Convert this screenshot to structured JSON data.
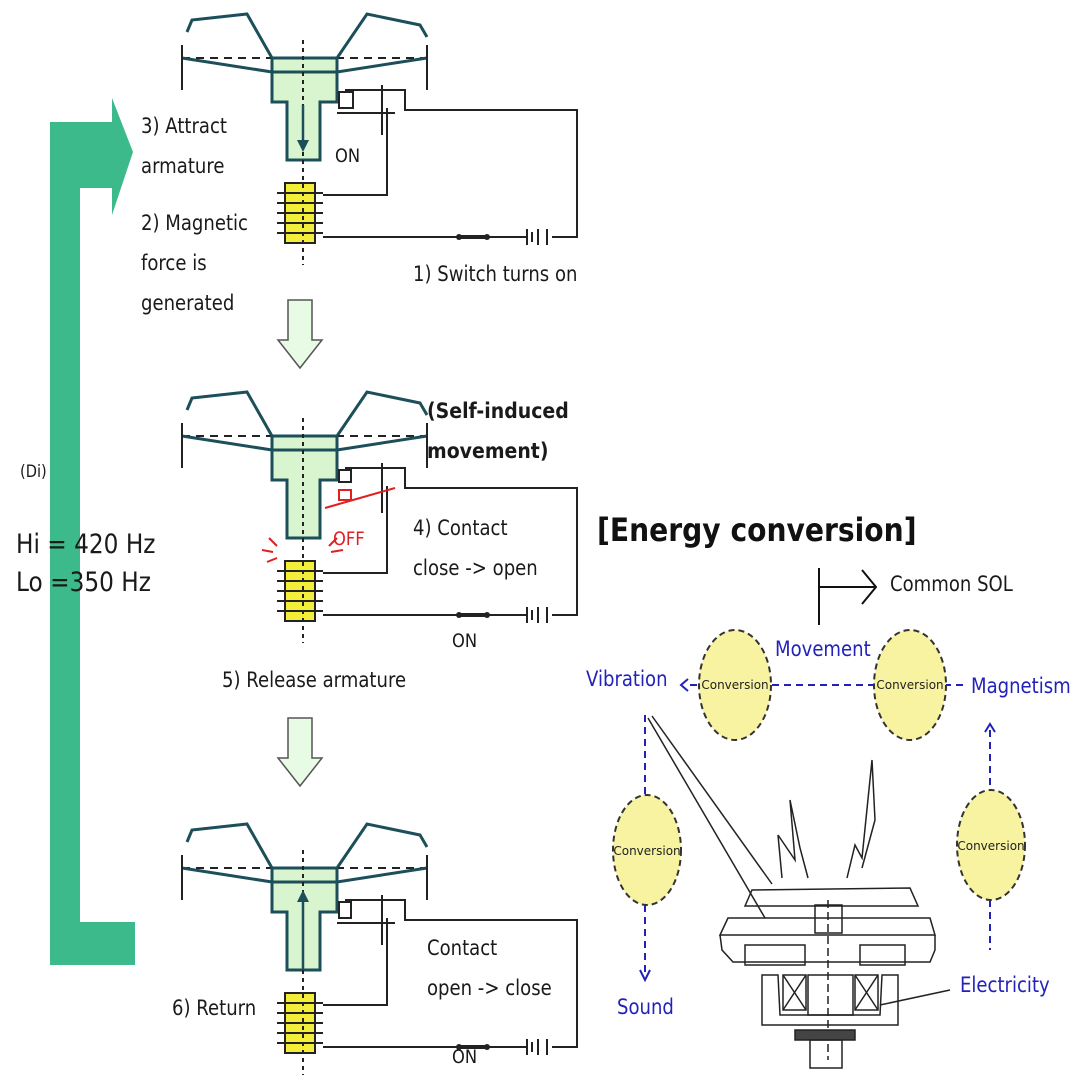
{
  "colors": {
    "cycle_arrow": "#3dba8c",
    "armature_fill": "#d9f5d0",
    "armature_stroke": "#1c4f5a",
    "coil_fill": "#f2ee3a",
    "conversion_fill": "#f7f3a0",
    "energy_text": "#2222bb",
    "off_red": "#e02020"
  },
  "cycle": {
    "label_di": "(Di)",
    "freq_hi": "Hi = 420 Hz",
    "freq_lo": "Lo =350 Hz"
  },
  "stage1": {
    "step3_line1": "3) Attract",
    "step3_line2": "armature",
    "step2_line1": "2) Magnetic",
    "step2_line2": "force is",
    "step2_line3": "generated",
    "contact_state": "ON",
    "step1": "1) Switch turns on"
  },
  "stage2": {
    "note_line1": "(Self-induced",
    "note_line2": "movement)",
    "contact_state": "OFF",
    "step4_line1": "4) Contact",
    "step4_line2": "close -> open",
    "switch_state": "ON",
    "step5": "5) Release armature"
  },
  "stage3": {
    "contact_line1": "Contact",
    "contact_line2": "open -> close",
    "step6": "6) Return",
    "switch_state": "ON"
  },
  "energy": {
    "title": "[Energy conversion]",
    "common_sol": "Common SOL",
    "movement": "Movement",
    "vibration": "Vibration",
    "magnetism": "Magnetism",
    "sound": "Sound",
    "electricity": "Electricity",
    "conversion": "Conversion"
  }
}
